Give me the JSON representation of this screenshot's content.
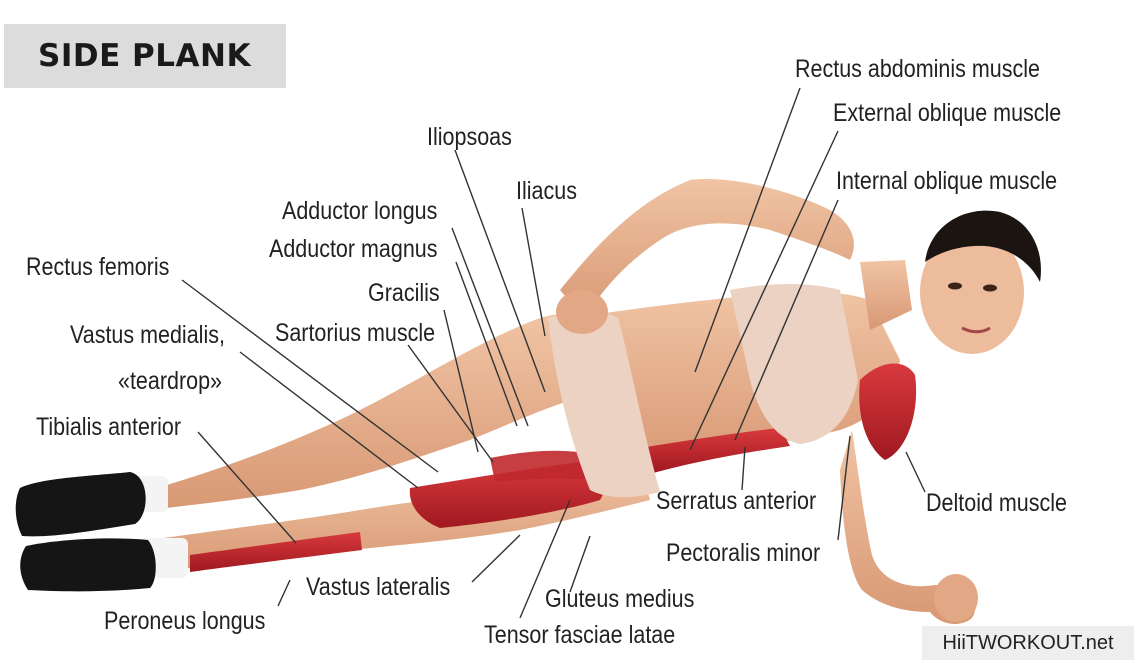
{
  "title": "SIDE PLANK",
  "watermark": "HiiTWORKOUT.net",
  "labels": {
    "rectus_abdominis": "Rectus abdominis muscle",
    "external_oblique": "External oblique muscle",
    "internal_oblique": "Internal oblique muscle",
    "iliopsoas": "Iliopsoas",
    "iliacus": "Iliacus",
    "adductor_longus": "Adductor longus",
    "adductor_magnus": "Adductor magnus",
    "gracilis": "Gracilis",
    "sartorius": "Sartorius muscle",
    "rectus_femoris": "Rectus femoris",
    "vastus_medialis": "Vastus medialis,",
    "teardrop": "«teardrop»",
    "tibialis_anterior": "Tibialis anterior",
    "peroneus_longus": "Peroneus longus",
    "vastus_lateralis": "Vastus lateralis",
    "tensor_fasciae_latae": "Tensor fasciae latae",
    "gluteus_medius": "Gluteus medius",
    "pectoralis_minor": "Pectoralis minor",
    "serratus_anterior": "Serratus anterior",
    "deltoid": "Deltoid muscle"
  },
  "colors": {
    "skin": "#e8b090",
    "muscle": "#c8242c",
    "clothing": "#ecd2c2",
    "shoe": "#151515",
    "sock": "#f4f4f4",
    "hair": "#1c1410",
    "leader_line": "#333333",
    "title_bg": "#dcdcdc"
  }
}
